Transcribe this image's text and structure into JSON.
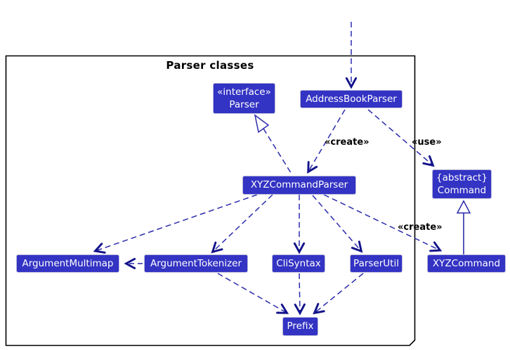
{
  "diagram": {
    "frame_title": "Parser classes",
    "colors": {
      "node_fill": "#3333C4",
      "node_text": "#FFFFFF",
      "edge_line": "#2B2BAD",
      "edge_head": "#12128A",
      "frame_border": "#000000",
      "label_text": "#000000"
    },
    "nodes": [
      {
        "id": "parser",
        "stereotype": "«interface»",
        "label": "Parser"
      },
      {
        "id": "address-book-parser",
        "label": "AddressBookParser"
      },
      {
        "id": "xyz-command-parser",
        "label": "XYZCommandParser"
      },
      {
        "id": "command",
        "stereotype": "{abstract}",
        "label": "Command"
      },
      {
        "id": "argument-multimap",
        "label": "ArgumentMultimap"
      },
      {
        "id": "argument-tokenizer",
        "label": "ArgumentTokenizer"
      },
      {
        "id": "cli-syntax",
        "label": "CliSyntax"
      },
      {
        "id": "parser-util",
        "label": "ParserUtil"
      },
      {
        "id": "xyz-command",
        "label": "XYZCommand"
      },
      {
        "id": "prefix",
        "label": "Prefix"
      }
    ],
    "edge_labels": [
      {
        "id": "create-1",
        "text": "«create»"
      },
      {
        "id": "use",
        "text": "«use»"
      },
      {
        "id": "create-2",
        "text": "«create»"
      }
    ],
    "edges": [
      {
        "from": "(external)",
        "to": "AddressBookParser",
        "type": "dashed-dependency"
      },
      {
        "from": "AddressBookParser",
        "to": "XYZCommandParser",
        "type": "dashed-dependency",
        "label": "«create»"
      },
      {
        "from": "AddressBookParser",
        "to": "Command",
        "type": "dashed-dependency",
        "label": "«use»"
      },
      {
        "from": "XYZCommandParser",
        "to": "Parser",
        "type": "realization"
      },
      {
        "from": "XYZCommandParser",
        "to": "ArgumentMultimap",
        "type": "dashed-dependency"
      },
      {
        "from": "XYZCommandParser",
        "to": "ArgumentTokenizer",
        "type": "dashed-dependency"
      },
      {
        "from": "XYZCommandParser",
        "to": "CliSyntax",
        "type": "dashed-dependency"
      },
      {
        "from": "XYZCommandParser",
        "to": "ParserUtil",
        "type": "dashed-dependency"
      },
      {
        "from": "XYZCommandParser",
        "to": "XYZCommand",
        "type": "dashed-dependency",
        "label": "«create»"
      },
      {
        "from": "ArgumentTokenizer",
        "to": "ArgumentMultimap",
        "type": "dashed-dependency"
      },
      {
        "from": "ArgumentTokenizer",
        "to": "Prefix",
        "type": "dashed-dependency"
      },
      {
        "from": "CliSyntax",
        "to": "Prefix",
        "type": "dashed-dependency"
      },
      {
        "from": "ParserUtil",
        "to": "Prefix",
        "type": "dashed-dependency"
      },
      {
        "from": "XYZCommand",
        "to": "Command",
        "type": "inheritance"
      }
    ]
  }
}
